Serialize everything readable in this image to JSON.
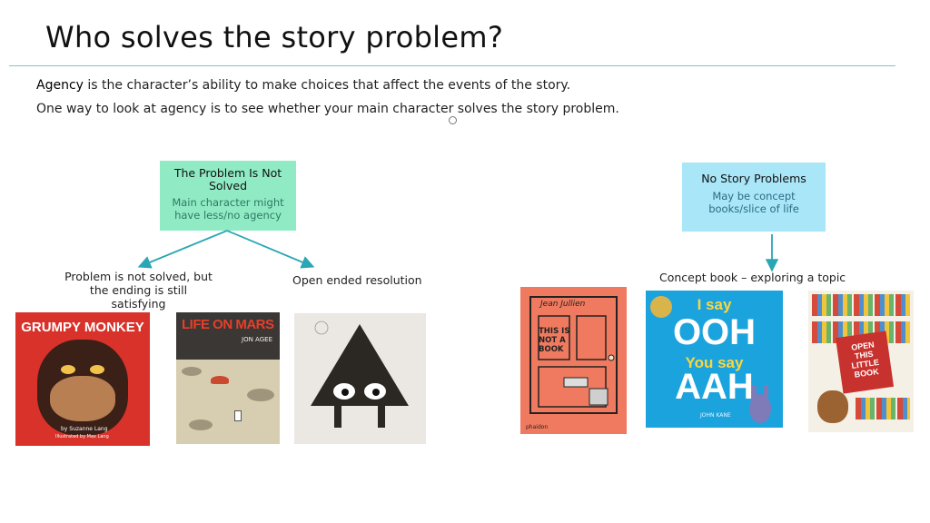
{
  "slide": {
    "title": "Who solves the story problem?",
    "intro": {
      "term": "Agency",
      "line1_rest": " is the character’s ability to make choices that affect the events of the story.",
      "line2": "One way to look at agency is to see whether your main character solves the story problem."
    }
  },
  "left_branch": {
    "box_title": "The Problem Is Not Solved",
    "box_subtitle": "Main character might have less/no agency",
    "caption_left": "Problem is  not solved, but the ending is still satisfying",
    "caption_right": "Open ended resolution"
  },
  "right_branch": {
    "box_title": "No Story Problems",
    "box_subtitle": "May be concept books/slice of life",
    "caption": "Concept book – exploring a topic"
  },
  "books": {
    "grumpy": {
      "title": "GRUMPY MONKEY",
      "author": "by Suzanne Lang",
      "illustrator": "Illustrated by Max Lang"
    },
    "mars": {
      "title": "LIFE ON MARS",
      "author": "JON AGEE"
    },
    "notbook": {
      "author": "Jean Jullien",
      "title": "THIS IS NOT A BOOK",
      "publisher": "phaidon"
    },
    "ooh": {
      "l1": "I say",
      "l2": "OOH",
      "l3": "You say",
      "l4": "AAH",
      "author": "JOHN KANE"
    },
    "openbook": {
      "title": "OPEN THIS LITTLE BOOK"
    }
  },
  "colors": {
    "rule": "#7cc7c7",
    "arrow": "#2aa6b5",
    "box_left": "#90ebc4",
    "box_right": "#a8e6f8"
  }
}
